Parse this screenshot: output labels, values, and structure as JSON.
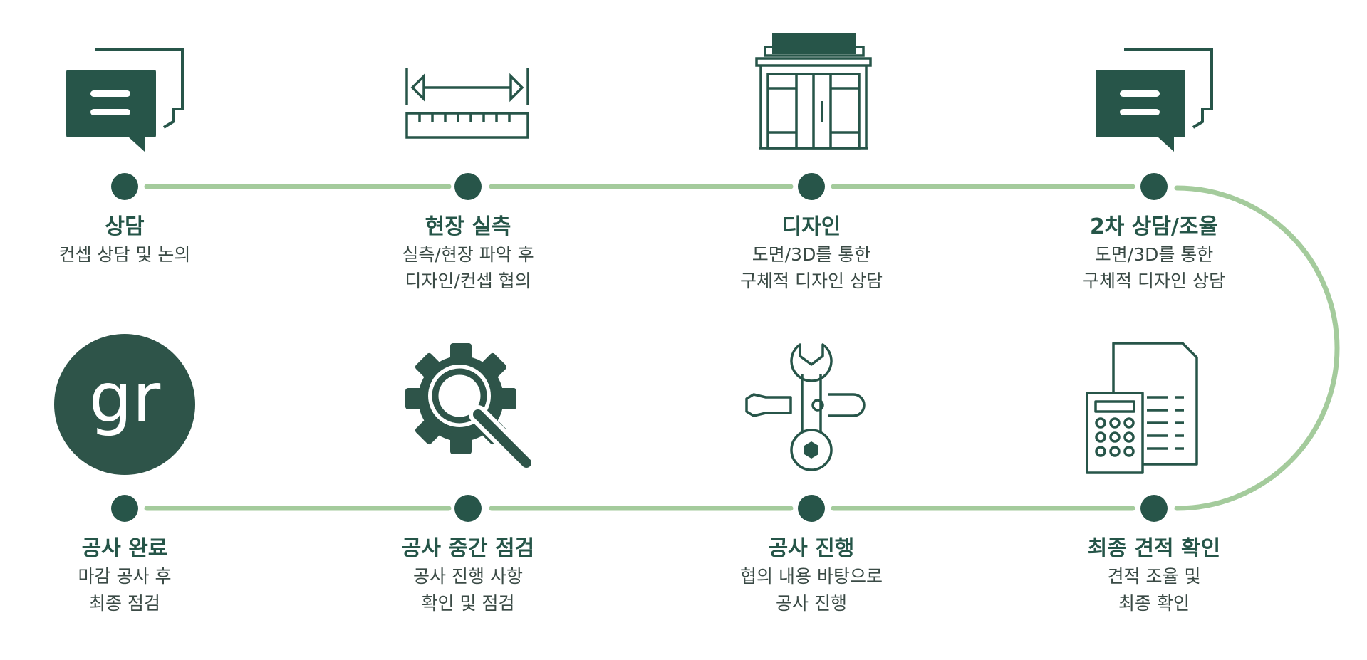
{
  "colors": {
    "dark_green": "#275549",
    "light_green": "#a4cb9c",
    "text_dark": "#3a4a45",
    "white": "#ffffff"
  },
  "logo": {
    "text": "gr"
  },
  "steps": [
    {
      "id": "consult",
      "title": "상담",
      "lines": [
        "컨셉 상담 및 논의"
      ],
      "icon": "chat-bubbles-icon"
    },
    {
      "id": "site-measure",
      "title": "현장 실측",
      "lines": [
        "실측/현장 파악 후",
        "디자인/컨셉 협의"
      ],
      "icon": "ruler-measure-icon"
    },
    {
      "id": "design",
      "title": "디자인",
      "lines": [
        "도면/3D를 통한",
        "구체적 디자인 상담"
      ],
      "icon": "storefront-icon"
    },
    {
      "id": "second-consult",
      "title": "2차 상담/조율",
      "lines": [
        "도면/3D를 통한",
        "구체적 디자인 상담"
      ],
      "icon": "chat-bubbles-icon"
    },
    {
      "id": "estimate",
      "title": "최종 견적 확인",
      "lines": [
        "견적 조율 및",
        "최종 확인"
      ],
      "icon": "calculator-document-icon"
    },
    {
      "id": "construction",
      "title": "공사 진행",
      "lines": [
        "협의 내용 바탕으로",
        "공사 진행"
      ],
      "icon": "wrench-screwdriver-icon"
    },
    {
      "id": "inspection",
      "title": "공사 중간 점검",
      "lines": [
        "공사 진행 사항",
        "확인 및 점검"
      ],
      "icon": "gear-magnifier-icon"
    },
    {
      "id": "complete",
      "title": "공사 완료",
      "lines": [
        "마감 공사 후",
        "최종 점검"
      ],
      "icon": "gr-logo-icon"
    }
  ]
}
